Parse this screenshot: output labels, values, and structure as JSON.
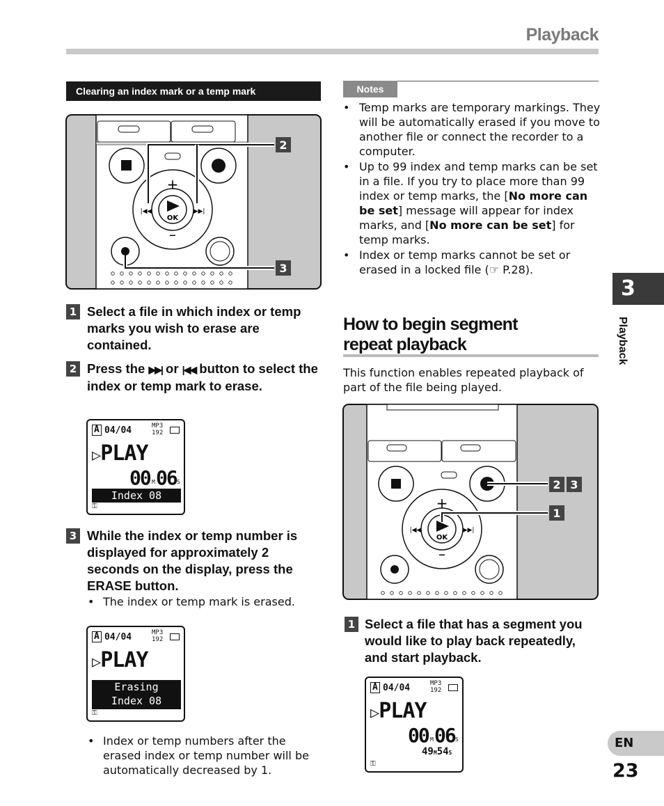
{
  "header": {
    "title": "Playback"
  },
  "left": {
    "section_title": "Clearing an index mark or a temp mark",
    "callouts": [
      "2",
      "3"
    ],
    "steps": [
      {
        "num": "1",
        "text": "Select a file in which index or temp marks you wish to erase are contained."
      },
      {
        "num": "2",
        "text_a": "Press the ",
        "glyph_a": "▶▶|",
        "text_b": " or ",
        "glyph_b": "|◀◀",
        "text_c": " button to select the index or temp mark to erase."
      },
      {
        "num": "3",
        "text_a": "While the index or temp number is displayed for approximately 2 seconds on the display, press the ",
        "text_b": "ERASE",
        "text_c": " button.",
        "bullet": "The index or temp mark is erased."
      }
    ],
    "final_bullet": "Index or temp numbers after the erased index or temp number will be automatically decreased by 1."
  },
  "lcd1": {
    "folder": "A",
    "file": "04/04",
    "fmt": "MP3",
    "rate": "192",
    "mode": "PLAY",
    "min": "00",
    "m": "M",
    "sec": "06",
    "s": "S",
    "bar": "Index 08",
    "lock": "⚿"
  },
  "lcd2": {
    "folder": "A",
    "file": "04/04",
    "fmt": "MP3",
    "rate": "192",
    "mode": "PLAY",
    "line1": "Erasing",
    "line2": "Index 08",
    "lock": "⚿"
  },
  "lcd3": {
    "folder": "A",
    "file": "04/04",
    "fmt": "MP3",
    "rate": "192",
    "mode": "PLAY",
    "min": "00",
    "m": "M",
    "sec": "06",
    "s": "S",
    "remain_m": "49",
    "remain_m_unit": "M",
    "remain_s": "54",
    "remain_s_unit": "S",
    "lock": "⚿"
  },
  "device": {
    "plus": "+",
    "minus": "–",
    "ok": "OK",
    "prev": "|◀◀",
    "next": "▶▶|"
  },
  "notes": {
    "label": "Notes",
    "items": [
      {
        "a": "Temp marks are temporary markings. They will be automatically erased if you move to another file or connect the recorder to a computer."
      },
      {
        "a": "Up to 99 index and temp marks can be set in a file. If you try to place more than 99 index or temp marks, the [",
        "b": "No more can be set",
        "c": "] message will appear for index marks, and [",
        "d": "No more can be set",
        "e": "] for temp marks."
      },
      {
        "a": "Index or temp marks cannot be set or erased in a locked file (",
        "ref": "☞ P.28",
        "c": ")."
      }
    ]
  },
  "segment": {
    "title": "How to begin segment repeat playback",
    "desc": "This function enables repeated playback of part of the file being played.",
    "callouts": [
      "2",
      "3",
      "1"
    ],
    "step1": {
      "num": "1",
      "text": "Select a file that has a segment you would like to play back repeatedly, and start playback."
    }
  },
  "tab": {
    "chapter": "3",
    "label": "Playback"
  },
  "footer": {
    "lang": "EN",
    "page": "23"
  }
}
